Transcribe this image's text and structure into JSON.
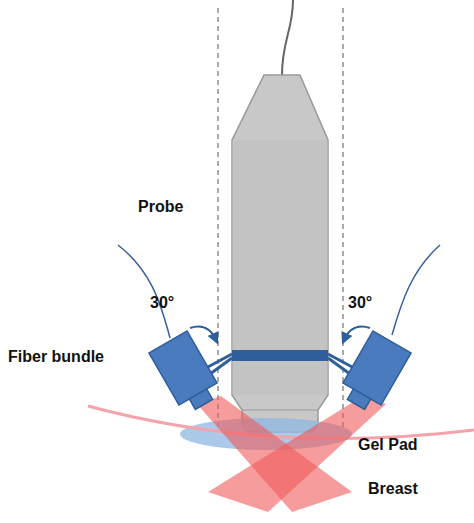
{
  "diagram": {
    "labels": [
      "Probe",
      "30°",
      "30°",
      "Fiber bundle",
      "Gel Pad",
      "Breast"
    ]
  }
}
